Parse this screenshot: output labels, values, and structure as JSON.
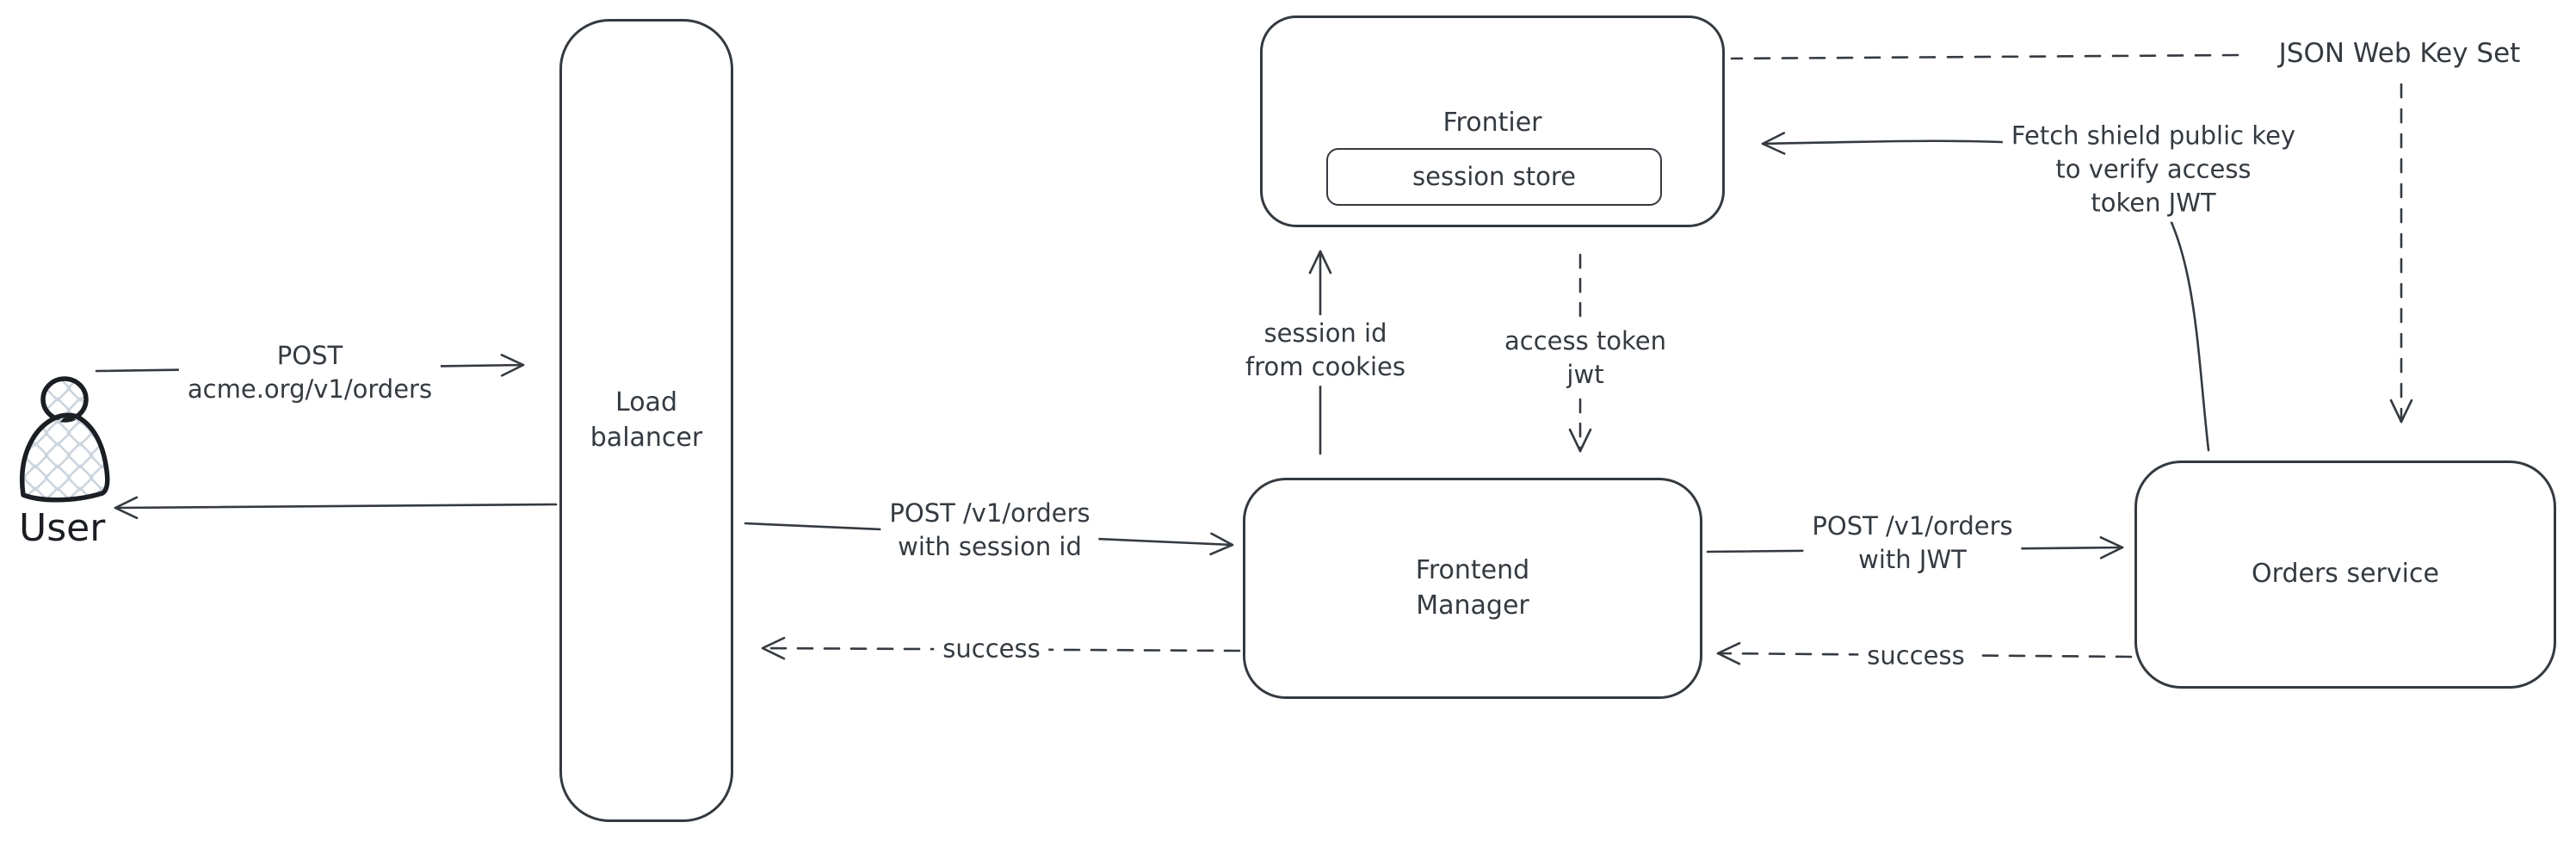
{
  "diagram": {
    "background_color": "#ffffff",
    "stroke_color": "#343a40",
    "user_stroke_color": "#1b1f23",
    "hatch_fill_color": "#ccd5de",
    "nodes": {
      "user": {
        "label": "User"
      },
      "load_balancer": {
        "line1": "Load",
        "line2": "balancer"
      },
      "frontier": {
        "label": "Frontier"
      },
      "session_store": {
        "label": "session store"
      },
      "frontend_manager": {
        "line1": "Frontend",
        "line2": "Manager"
      },
      "orders_service": {
        "label": "Orders service"
      }
    },
    "edges": {
      "post_orders": {
        "line1": "POST",
        "line2": "acme.org/v1/orders",
        "style": "solid"
      },
      "post_session": {
        "line1": "POST /v1/orders",
        "line2": "with session id",
        "style": "solid"
      },
      "success_left": {
        "label": "success",
        "style": "dashed"
      },
      "session_id": {
        "line1": "session id",
        "line2": "from cookies",
        "style": "solid"
      },
      "access_token": {
        "line1": "access token",
        "line2": "jwt",
        "style": "dashed"
      },
      "post_jwt": {
        "line1": "POST /v1/orders",
        "line2": "with JWT",
        "style": "solid"
      },
      "success_right": {
        "label": "success",
        "style": "dashed"
      },
      "fetch_key": {
        "line1": "Fetch shield public key",
        "line2": "to verify access",
        "line3": "token JWT",
        "style": "solid"
      },
      "jwks": {
        "label": "JSON Web Key Set",
        "style": "dashed"
      }
    }
  }
}
